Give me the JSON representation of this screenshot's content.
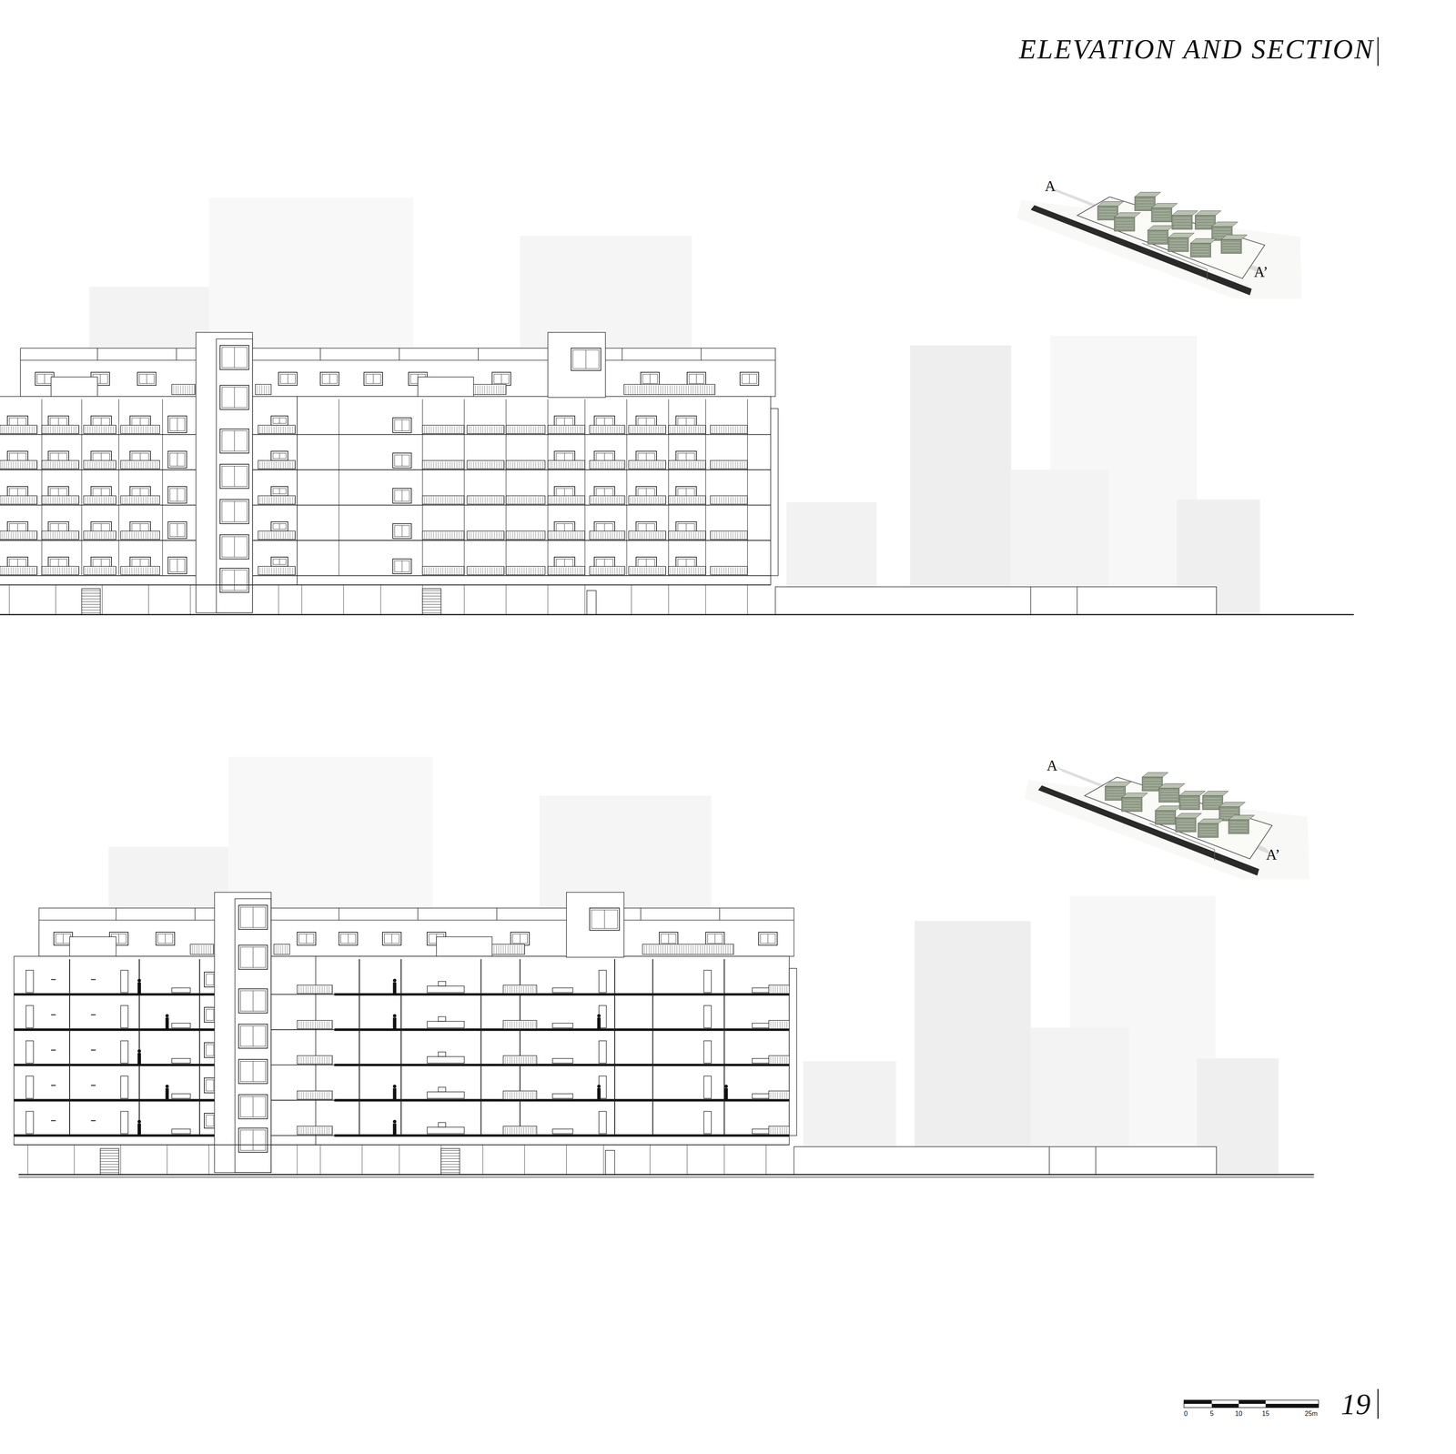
{
  "diagram": {
    "title": "ELEVATION AND SECTION",
    "labels": [
      "A",
      "A’",
      "A",
      "A’",
      "0",
      "5",
      "10",
      "15",
      "25m",
      "19"
    ]
  }
}
